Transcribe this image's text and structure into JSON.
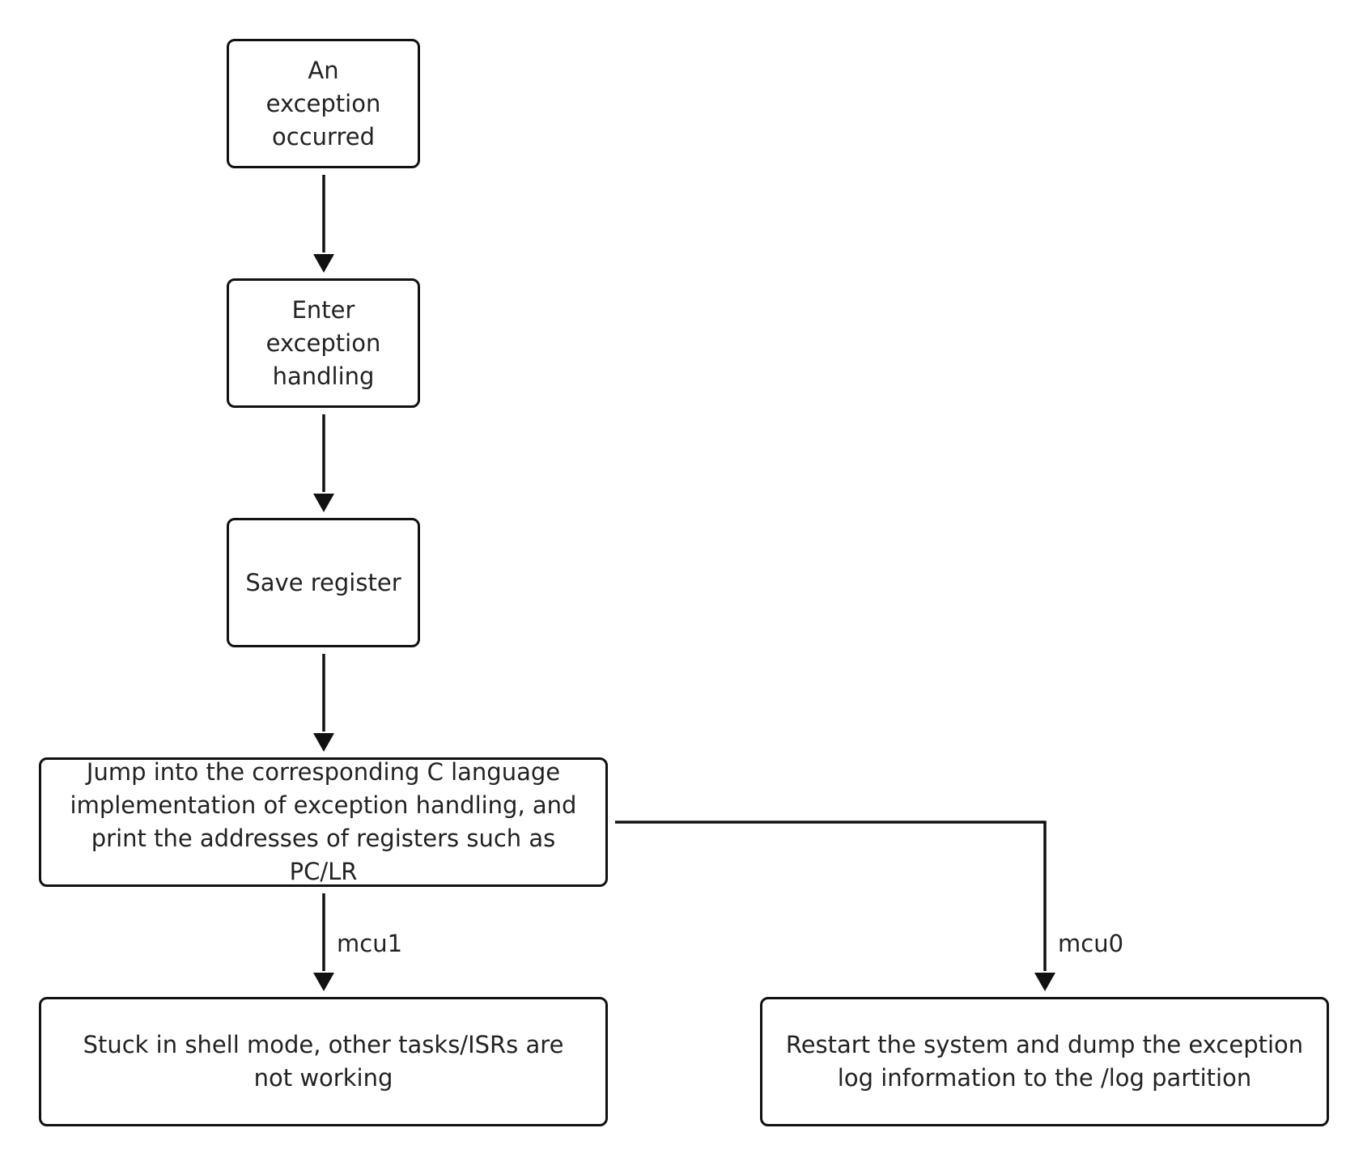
{
  "diagram": {
    "nodes": {
      "exception_occurred": "An exception occurred",
      "enter_handling": "Enter exception handling",
      "save_register": "Save register",
      "jump_c_handler": "Jump into the corresponding C language implementation of exception handling, and print the addresses of registers such as PC/LR",
      "stuck_shell": "Stuck in shell mode, other tasks/ISRs are not working",
      "restart_dump": "Restart the system and dump the exception log information to the /log partition"
    },
    "edges": {
      "mcu1_label": "mcu1",
      "mcu0_label": "mcu0"
    },
    "colors": {
      "stroke": "#111111",
      "text": "#222222",
      "background": "#ffffff"
    }
  }
}
